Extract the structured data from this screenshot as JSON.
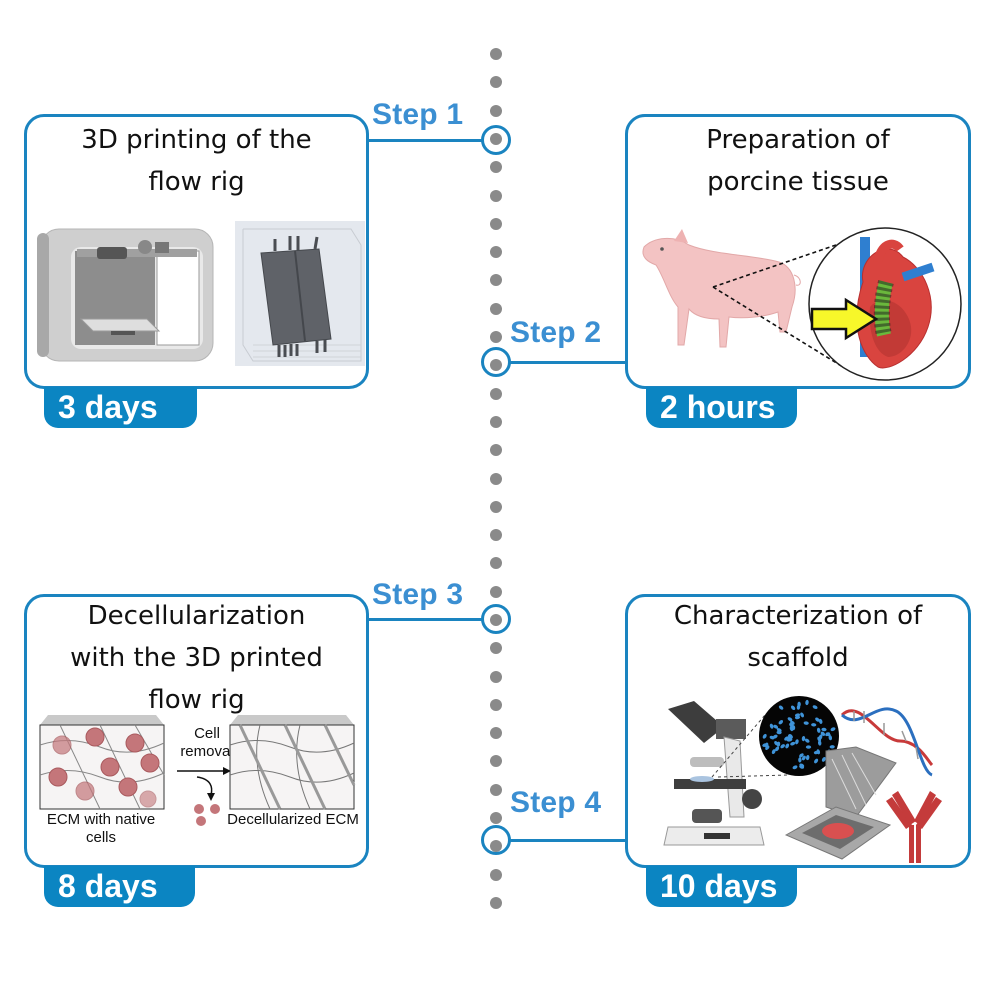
{
  "timeline": {
    "dot_color": "#8a8a8a",
    "line_color": "#1a84c0",
    "label_color": "#3b8fd2",
    "badge_color": "#0b85c2"
  },
  "steps": [
    {
      "label": "Step 1",
      "title": "3D printing of the\nflow rig",
      "duration": "3 days",
      "illustrations": [
        "3d-printer-icon",
        "flow-rig-model-icon"
      ]
    },
    {
      "label": "Step 2",
      "title": "Preparation of\nporcine tissue",
      "duration": "2 hours",
      "illustrations": [
        "pig-icon",
        "heart-cross-section-icon",
        "yellow-arrow-icon"
      ]
    },
    {
      "label": "Step 3",
      "title": "Decellularization\nwith the 3D printed\nflow rig",
      "duration": "8 days",
      "captions": {
        "before": "ECM with\nnative cells",
        "process": "Cell\nremoval",
        "after": "Decellularized\nECM"
      },
      "illustrations": [
        "ecm-with-cells-icon",
        "cell-removal-arrow-icon",
        "decellularized-ecm-icon"
      ]
    },
    {
      "label": "Step 4",
      "title": "Characterization of\nscaffold",
      "duration": "10 days",
      "illustrations": [
        "microscope-icon",
        "fluorescent-nuclei-icon",
        "dna-helix-icon",
        "tissue-cassette-icon",
        "antibody-icon"
      ]
    }
  ]
}
